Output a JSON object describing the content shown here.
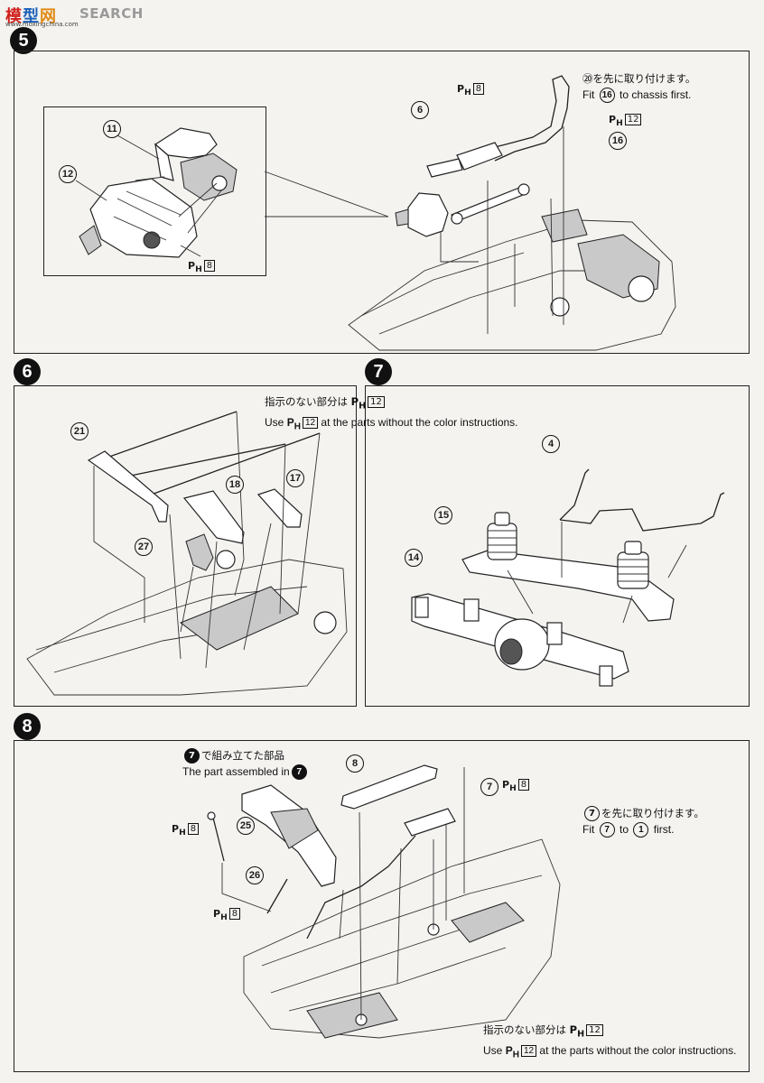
{
  "watermark": {
    "logo": "模型网",
    "search_text": "SEARCH",
    "url": "www.moxingchina.com"
  },
  "steps": [
    {
      "number": "5",
      "note_jp": "⑳を先に取り付けます。",
      "note_en_prefix": "Fit",
      "note_en_part": "16",
      "note_en_suffix": "to chassis first.",
      "callouts": [
        "11",
        "12",
        "6",
        "16",
        "16"
      ],
      "paint_codes": [
        "8",
        "8",
        "12"
      ]
    },
    {
      "number": "6",
      "note_jp": "指示のない部分は",
      "note_en_prefix": "Use",
      "note_en_suffix": "at the parts without the color instructions.",
      "paint_code": "12",
      "callouts": [
        "21",
        "18",
        "17",
        "27"
      ]
    },
    {
      "number": "7",
      "callouts": [
        "4",
        "15",
        "14"
      ]
    },
    {
      "number": "8",
      "assembled_jp_suffix": "で組み立てた部品",
      "assembled_en": "The part assembled in",
      "assembled_step": "7",
      "note_jp_suffix": "を先に取り付けます。",
      "note_en_prefix": "Fit",
      "note_en_part": "7",
      "note_en_mid": "to",
      "note_en_target": "1",
      "note_en_suffix": "first.",
      "bottom_jp": "指示のない部分は",
      "bottom_en_prefix": "Use",
      "bottom_en_suffix": "at the parts without the color instructions.",
      "paint_code_default": "12",
      "callouts": [
        "8",
        "7",
        "25",
        "26"
      ],
      "paint_codes": [
        "8",
        "8",
        "8"
      ]
    }
  ],
  "paint_prefix": "P",
  "paint_sub": "H"
}
